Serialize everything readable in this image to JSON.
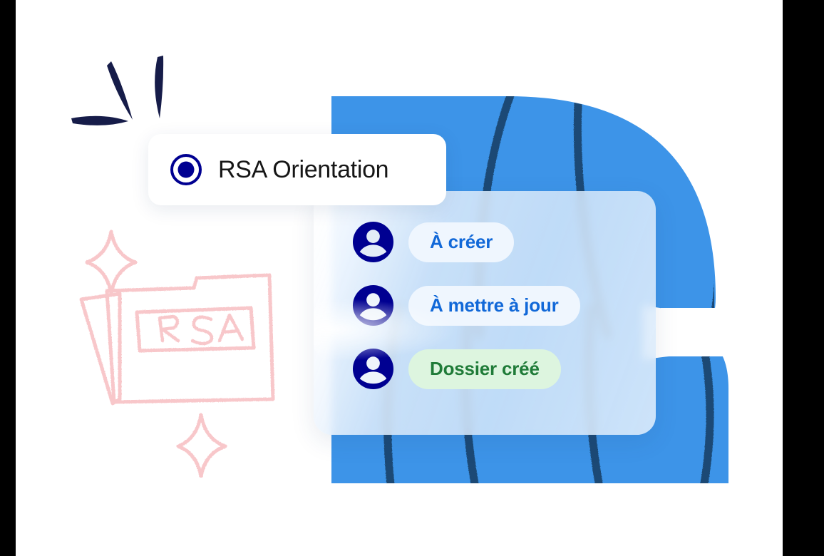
{
  "canvas": {
    "background_color": "#ffffff",
    "letterbox_color": "#000000"
  },
  "decor": {
    "blue_shape": {
      "name": "letter-b-illustration",
      "fill_color": "#3d94e8",
      "stroke_color": "#1a4a75"
    },
    "pink_sketch": {
      "name": "rsa-folder-sketch",
      "stroke_color": "#f8c7ca",
      "folder_label": "RSA",
      "sparkle_count": 2
    },
    "burst_sketch": {
      "name": "navy-burst-strokes",
      "stroke_color": "#161c49",
      "stroke_count": 3
    }
  },
  "orientation_pill": {
    "label": "RSA Orientation",
    "radio_selected": true,
    "radio_color": "#000091",
    "background_color": "#ffffff"
  },
  "status_card": {
    "background_tint": "#d8e8fa",
    "rows": [
      {
        "avatar_icon": "user-avatar-icon",
        "avatar_color": "#000091",
        "chip_label": "À créer",
        "chip_style": "blue",
        "chip_bg": "#eff6fe",
        "chip_fg": "#1168d8"
      },
      {
        "avatar_icon": "user-avatar-icon",
        "avatar_color": "#000091",
        "chip_label": "À mettre à jour",
        "chip_style": "blue",
        "chip_bg": "#eff6fe",
        "chip_fg": "#1168d8"
      },
      {
        "avatar_icon": "user-avatar-icon",
        "avatar_color": "#000091",
        "chip_label": "Dossier créé",
        "chip_style": "green",
        "chip_bg": "#ddf5df",
        "chip_fg": "#1f7b38"
      }
    ]
  }
}
